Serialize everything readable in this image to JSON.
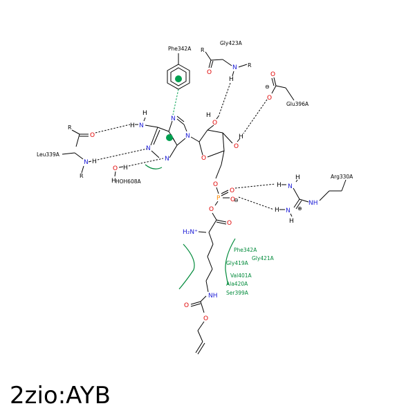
{
  "caption": "2zio:AYB",
  "residues": {
    "phe342_top": "Phe342A",
    "gly423": "Gly423A",
    "glu396": "Glu396A",
    "leu339": "Leu339A",
    "hoh608": "HOH608A",
    "arg330": "Arg330A",
    "phe342_pocket": "Phe342A",
    "gly421": "Gly421A",
    "gly419": "Gly419A",
    "val401": "Val401A",
    "ala420": "Ala420A",
    "ser399": "Ser399A"
  },
  "atoms": {
    "N": "N",
    "O": "O",
    "H": "H",
    "P": "P",
    "R": "R",
    "NH": "NH",
    "H2N_plus": "H₂N⁺",
    "minus": "⊖",
    "plus": "⊕"
  },
  "colors": {
    "nitrogen": "#1a1ad6",
    "oxygen": "#e00000",
    "phosphorus": "#ff8a00",
    "hydrophobic": "#008a3a",
    "pi_contact": "#00a050"
  }
}
